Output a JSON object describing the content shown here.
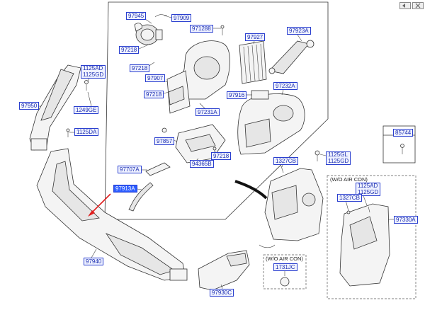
{
  "labels": {
    "p97945": "97945",
    "p97909": "97909",
    "p971288": "971288",
    "p97927": "97927",
    "p97923a": "97923A",
    "p97218a": "97218",
    "p97218b": "97218",
    "p97907": "97907",
    "p97218c": "97218",
    "p97916": "97916",
    "p97232a": "97232A",
    "p97231a": "97231A",
    "p97857": "97857",
    "p97218d": "97218",
    "p97707a": "97707A",
    "p94365b": "94365B",
    "p97913a": "97913A",
    "p97950": "97950",
    "p1249ge": "1249GE",
    "p1125da": "1125DA",
    "p1327cb_a": "1327CB",
    "p1327cb_b": "1327CB",
    "p85744": "85744",
    "p97330a": "97330A",
    "p1731jc": "1731JC",
    "p97940": "97940",
    "p97930c": "97930C",
    "p1125ad_a": "1125AD",
    "p1125gd_a": "1125GD",
    "p1125gl": "1125GL",
    "p1125gd_b": "1125GD",
    "p1125ad_b": "1125AD",
    "p1125gd_c": "1125GD"
  },
  "notes": {
    "wo_aircon_right": "(W/O AIR CON)",
    "wo_aircon_bottom": "(W/O AIR CON)"
  },
  "selected": "97913A",
  "colors": {
    "label_border": "#2a3fcf",
    "label_text": "#1b2db0",
    "selected_fill": "#2a5bff",
    "arrow": "#e02020"
  },
  "icons": [
    "window-controls-icon",
    "screw-icon",
    "bolt-icon",
    "red-pointer-arrow-icon"
  ]
}
